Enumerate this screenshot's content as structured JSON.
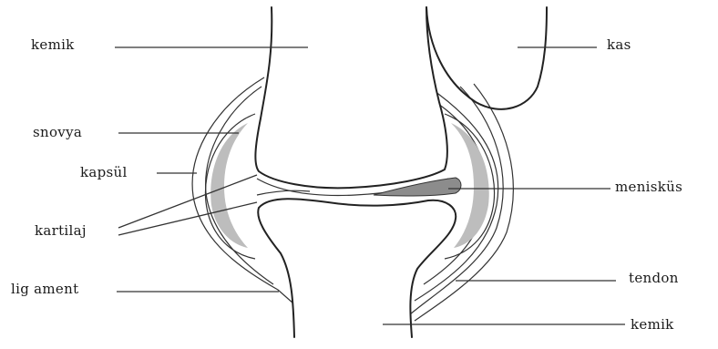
{
  "labels": {
    "bone_top": "kemik",
    "muscle": "kas",
    "synovium": "snovya",
    "capsule": "kapsül",
    "cartilage": "kartilaj",
    "meniscus": "menisküs",
    "ligament": "lig ament",
    "tendon": "tendon",
    "bone_bottom": "kemik"
  }
}
